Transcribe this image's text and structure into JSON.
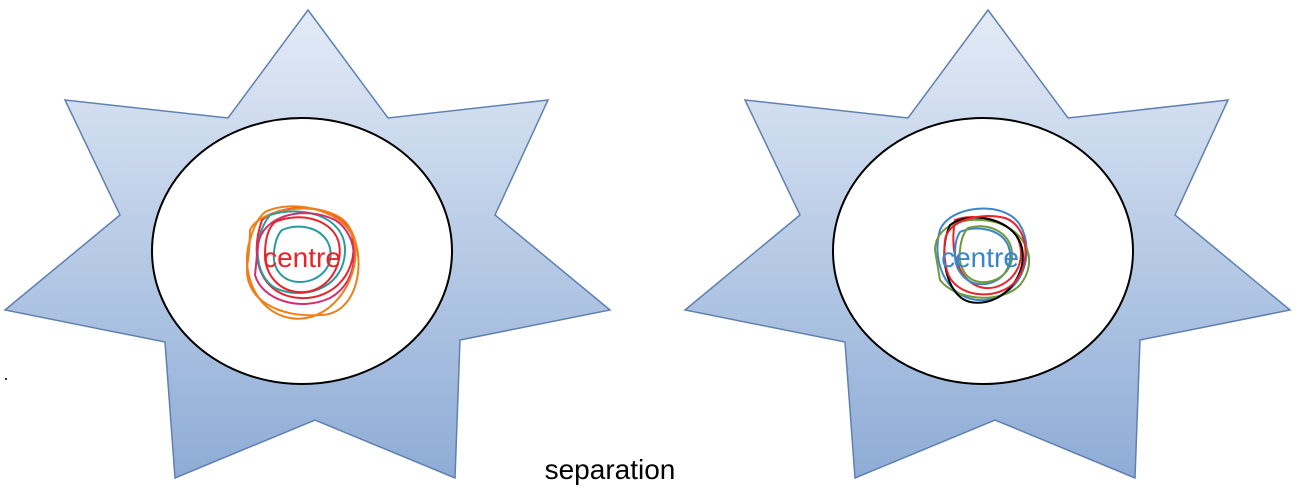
{
  "diagram": {
    "left": {
      "label": "centre",
      "label_color": "#e8242a"
    },
    "right": {
      "label": "centre",
      "label_color": "#3a86c8"
    },
    "caption": "separation",
    "colors": {
      "star_top": "#e3ebf6",
      "star_bottom": "#8eacd6",
      "star_stroke": "#5f80b0",
      "left_scribbles": [
        "#e8242a",
        "#ef7f1a",
        "#2a9aa0",
        "#d12f6f"
      ],
      "right_scribbles": [
        "#3a86c8",
        "#e8242a",
        "#6f9a3a",
        "#000000"
      ]
    }
  }
}
